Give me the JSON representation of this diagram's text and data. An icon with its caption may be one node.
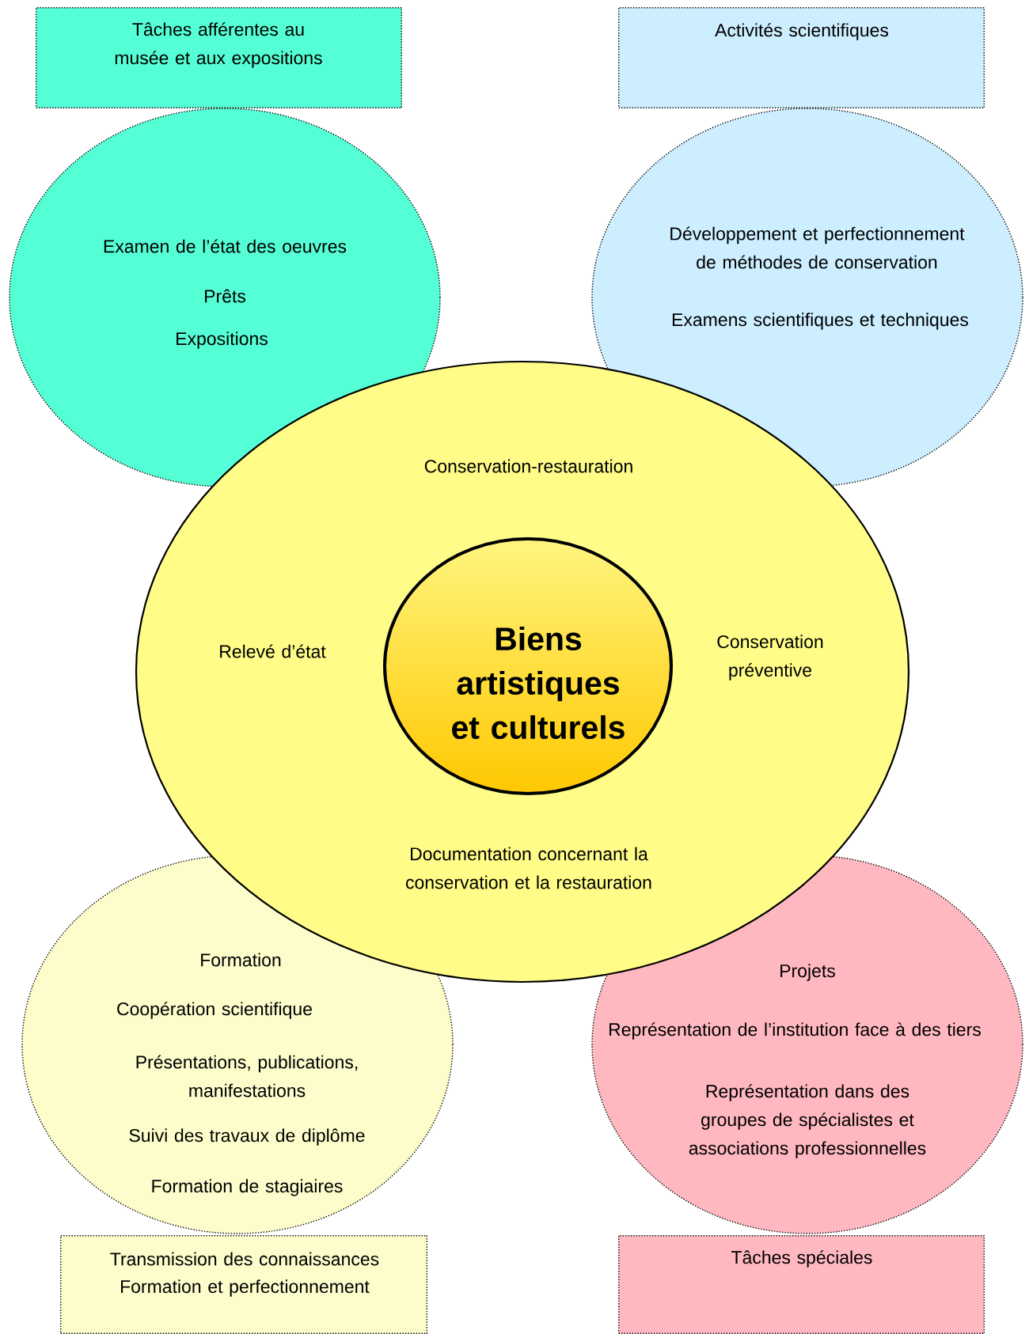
{
  "diagram": {
    "nodes": [
      {
        "text": [
          "Tâches afférentes au musée et aux expositions"
        ]
      },
      {
        "text": [
          "Activités scientifiques"
        ]
      },
      {
        "text": [
          "Examen de l’état des oeuvres",
          "Prêts",
          "Expositions"
        ]
      },
      {
        "text": [
          "Développement et perfectionnement de méthodes de conservation",
          "Examens scientifiques et techniques"
        ]
      },
      {
        "text": [
          "Conservation-restauration",
          "Relevé d’état",
          "Conservation préventive",
          "Documentation concernant la conservation et la restauration"
        ]
      },
      {
        "text": [
          "Biens artistiques et culturels"
        ],
        "in": 4
      },
      {
        "text": [
          "Formation",
          "Coopération scientifique",
          "Présentations, publications, manifestations",
          "Suivi des travaux de diplôme",
          "Formation de stagiaires"
        ]
      },
      {
        "text": [
          "Projets",
          "Représentation de l’institution face à des tiers",
          "Représentation dans des groupes de spécialistes et associations professionnelles"
        ]
      },
      {
        "text": [
          "Transmission des connaissances",
          "Formation et perfectionnement"
        ]
      },
      {
        "text": [
          "Tâches spéciales"
        ]
      }
    ]
  }
}
